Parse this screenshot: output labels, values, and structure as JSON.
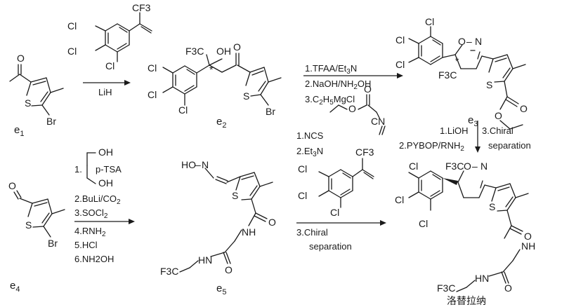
{
  "compounds": {
    "e1": {
      "label": "e1",
      "atoms": {
        "o": "O",
        "s": "S",
        "br": "Br"
      }
    },
    "styrene": {
      "atoms": {
        "cf3": "CF3",
        "cl1": "Cl",
        "cl2": "Cl",
        "cl3": "Cl"
      }
    },
    "e2": {
      "label": "e2",
      "star": "*",
      "atoms": {
        "f3c": "F3C",
        "oh": "OH",
        "o": "O",
        "cl1": "Cl",
        "cl2": "Cl",
        "cl3": "Cl",
        "s": "S",
        "br": "Br"
      }
    },
    "isoxazoline": {
      "star": "*",
      "atoms": {
        "cl1": "Cl",
        "cl2": "Cl",
        "cl3": "Cl",
        "o_ring": "O",
        "n_ring": "N",
        "f3c": "F3C",
        "s": "S",
        "o1": "O",
        "o2": "O"
      }
    },
    "e3": {
      "label": "e3"
    },
    "cyano_reagent": {
      "atoms": {
        "o1": "O",
        "o2": "O",
        "cn": "CN"
      }
    },
    "e4": {
      "label": "e4",
      "atoms": {
        "o": "O",
        "s": "S",
        "br": "Br"
      }
    },
    "e5": {
      "label": "e5",
      "atoms": {
        "hon": "HO",
        "n_oxime": "N",
        "s": "S",
        "o1": "O",
        "nh1": "NH",
        "hn": "HN",
        "o2": "O",
        "f3c": "F3C"
      }
    },
    "styrene2": {
      "atoms": {
        "cf3": "CF3",
        "cl1": "Cl",
        "cl2": "Cl",
        "cl3": "Cl"
      }
    },
    "product": {
      "label": "洛替拉纳",
      "atoms": {
        "cl1": "Cl",
        "cl2": "Cl",
        "cl3": "Cl",
        "f3c": "F3C",
        "o_ring": "O",
        "n_ring": "N",
        "s": "S",
        "o1": "O",
        "nh": "NH",
        "hn": "HN",
        "o2": "O",
        "f3c2": "F3C"
      }
    }
  },
  "reagents": {
    "step1": {
      "line1": "LiH"
    },
    "step2": {
      "line1": "1.TFAA/Et3N",
      "line2": "2.NaOH/NH2OH",
      "line3": "3.C2H5MgCl"
    },
    "step3": {
      "line1": "1.LiOH",
      "line2": "3.Chiral",
      "line3": "separation",
      "line4": "2.PYBOP/RNH2"
    },
    "step4": {
      "item1_num": "1.",
      "item1": "p-TSA",
      "oh_top": "OH",
      "oh_bottom": "OH",
      "line2": "2.BuLi/CO2",
      "line3": "3.SOCl2",
      "line4": "4.RNH2",
      "line5": "5.HCl",
      "line6": "6.NH2OH"
    },
    "step5": {
      "line1": "1.NCS",
      "line2": "2.Et3N",
      "line3": "3.Chiral",
      "line4": "separation"
    }
  }
}
